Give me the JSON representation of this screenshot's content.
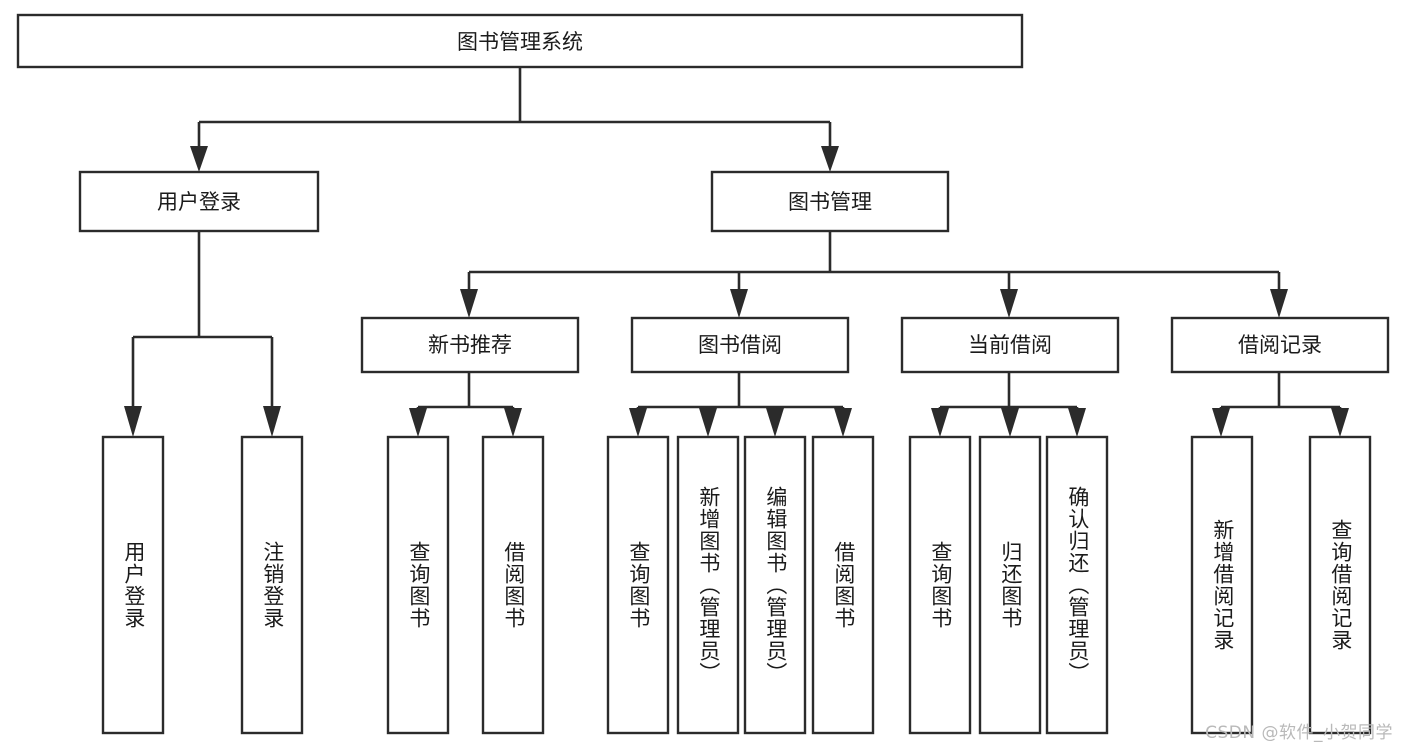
{
  "diagram": {
    "title": "图书管理系统",
    "type": "hierarchy-tree",
    "watermark": "CSDN @软件_小贺同学",
    "colors": {
      "stroke": "#2b2b2b",
      "fill": "#ffffff",
      "text": "#1b1b1b",
      "watermark": "#b9b9b9",
      "background": "#ffffff"
    },
    "levels": {
      "root": {
        "label": "图书管理系统",
        "orientation": "horizontal"
      },
      "level2": [
        {
          "label": "用户登录",
          "orientation": "horizontal"
        },
        {
          "label": "图书管理",
          "orientation": "horizontal"
        }
      ],
      "level3": [
        {
          "label": "新书推荐",
          "orientation": "horizontal",
          "parent": "图书管理"
        },
        {
          "label": "图书借阅",
          "orientation": "horizontal",
          "parent": "图书管理"
        },
        {
          "label": "当前借阅",
          "orientation": "horizontal",
          "parent": "图书管理"
        },
        {
          "label": "借阅记录",
          "orientation": "horizontal",
          "parent": "图书管理"
        }
      ],
      "leaves": [
        {
          "label": "用户登录",
          "orientation": "vertical",
          "parent": "用户登录"
        },
        {
          "label": "注销登录",
          "orientation": "vertical",
          "parent": "用户登录"
        },
        {
          "label": "查询图书",
          "orientation": "vertical",
          "parent": "新书推荐"
        },
        {
          "label": "借阅图书",
          "orientation": "vertical",
          "parent": "新书推荐"
        },
        {
          "label": "查询图书",
          "orientation": "vertical",
          "parent": "图书借阅"
        },
        {
          "label": "新增图书（管理员）",
          "orientation": "vertical",
          "parent": "图书借阅"
        },
        {
          "label": "编辑图书（管理员）",
          "orientation": "vertical",
          "parent": "图书借阅"
        },
        {
          "label": "借阅图书",
          "orientation": "vertical",
          "parent": "图书借阅"
        },
        {
          "label": "查询图书",
          "orientation": "vertical",
          "parent": "当前借阅"
        },
        {
          "label": "归还图书",
          "orientation": "vertical",
          "parent": "当前借阅"
        },
        {
          "label": "确认归还（管理员）",
          "orientation": "vertical",
          "parent": "当前借阅"
        },
        {
          "label": "新增借阅记录",
          "orientation": "vertical",
          "parent": "借阅记录"
        },
        {
          "label": "查询借阅记录",
          "orientation": "vertical",
          "parent": "借阅记录"
        }
      ]
    }
  }
}
